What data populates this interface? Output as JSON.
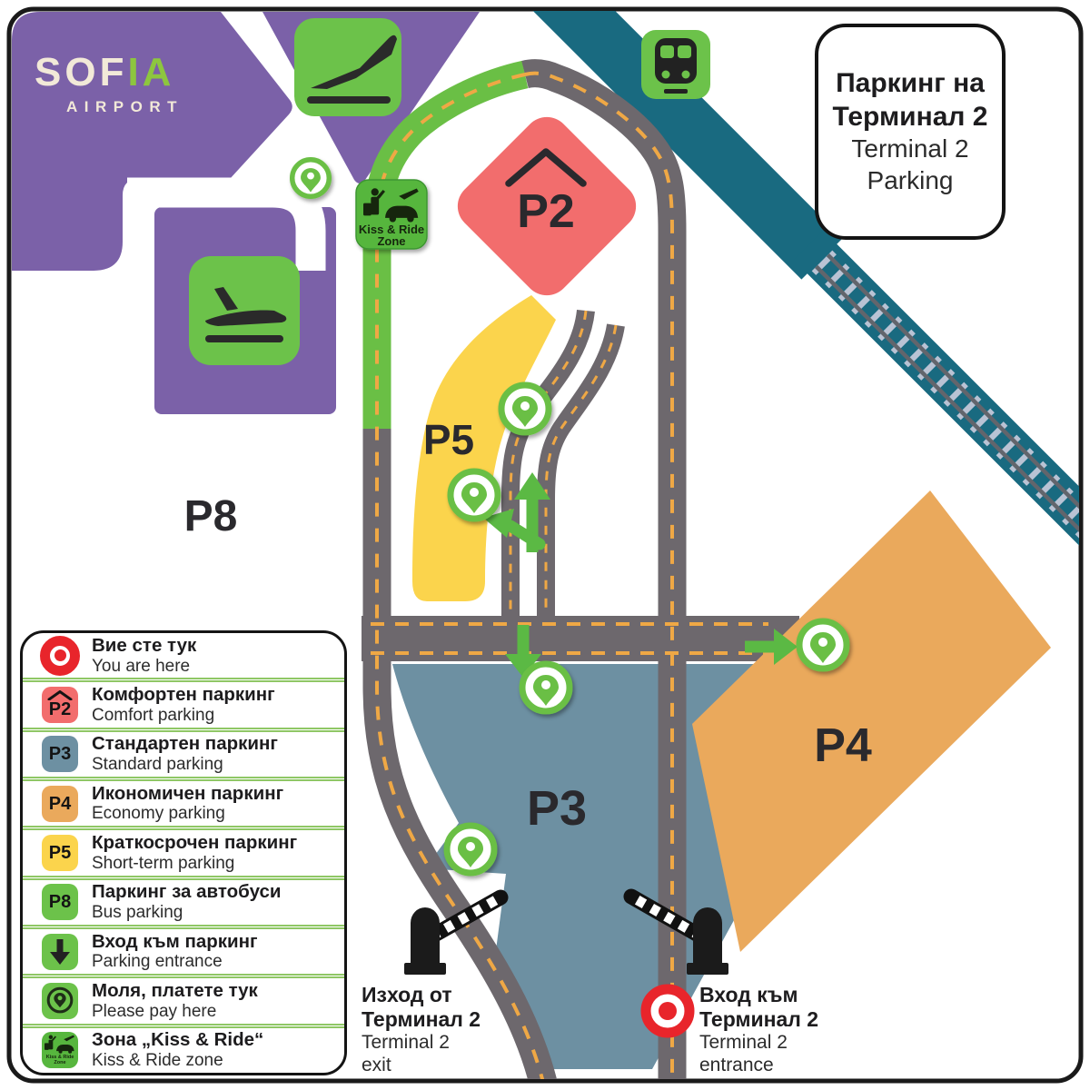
{
  "app": {
    "description": "Sofia Airport Terminal 2 parking scheme"
  },
  "logo": {
    "part1": "SOF",
    "part2": "IA",
    "subtitle": "AIRPORT"
  },
  "title_box": {
    "line1_bg": "Паркинг на",
    "line2_bg": "Терминал 2",
    "line3_en": "Terminal 2",
    "line4_en": "Parking"
  },
  "zones": {
    "p2": "P2",
    "p3": "P3",
    "p4": "P4",
    "p5": "P5",
    "p8": "P8"
  },
  "kiss_ride_badge": {
    "line1": "Kiss & Ride",
    "line2": "Zone"
  },
  "legend": {
    "items": [
      {
        "icon": "you-are-here-target",
        "bg": "Вие сте тук",
        "en": "You are here"
      },
      {
        "icon": "p2-square",
        "badge": "P2",
        "color": "#f26d6d",
        "bg": "Комфортен паркинг",
        "en": "Comfort parking"
      },
      {
        "icon": "p3-square",
        "badge": "P3",
        "color": "#6d90a2",
        "bg": "Стандартен паркинг",
        "en": "Standard parking"
      },
      {
        "icon": "p4-square",
        "badge": "P4",
        "color": "#eaa95c",
        "bg": "Икономичен паркинг",
        "en": "Economy parking"
      },
      {
        "icon": "p5-square",
        "badge": "P5",
        "color": "#fbd44c",
        "bg": "Краткосрочен паркинг",
        "en": "Short-term parking"
      },
      {
        "icon": "p8-square",
        "badge": "P8",
        "color": "#6cc24a",
        "bg": "Паркинг за автобуси",
        "en": "Bus parking"
      },
      {
        "icon": "entrance-arrow",
        "bg": "Вход към паркинг",
        "en": "Parking entrance"
      },
      {
        "icon": "pay-pin",
        "bg": "Моля, платете тук",
        "en": "Please pay here"
      },
      {
        "icon": "kiss-ride",
        "bg": "Зона „Kiss & Ride“",
        "en": "Kiss & Ride zone"
      }
    ]
  },
  "bottom_labels": {
    "exit_bg1": "Изход от",
    "exit_bg2": "Терминал 2",
    "exit_en1": "Terminal 2",
    "exit_en2": "exit",
    "entrance_bg1": "Вход към",
    "entrance_bg2": "Терминал 2",
    "entrance_en1": "Terminal 2",
    "entrance_en2": "entrance"
  },
  "colors": {
    "terminal_purple": "#7b61a8",
    "icon_green": "#6cc24a",
    "road_green": "#6abf45",
    "railway_teal": "#196a80",
    "p2_red": "#f26d6d",
    "p3_slate": "#6d90a2",
    "p4_orange": "#eaa95c",
    "p5_yellow": "#fbd44c",
    "road_gray": "#6d686d",
    "lane_dash_orange": "#efa845",
    "you_are_here_red": "#e8252b",
    "legend_separator_green": "#8fc765",
    "logo_cream": "#f2e9d8"
  }
}
